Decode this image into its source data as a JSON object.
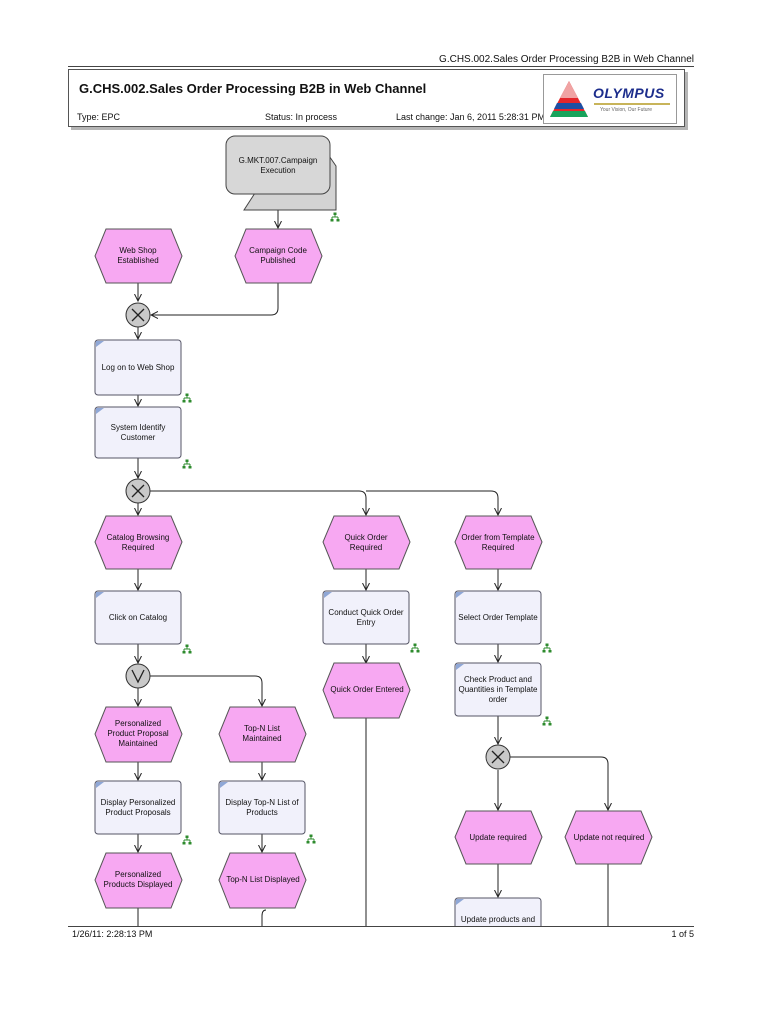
{
  "header": {
    "top_title": "G.CHS.002.Sales Order Processing B2B in Web Channel",
    "title": "G.CHS.002.Sales Order Processing B2B in Web Channel",
    "type": "Type: EPC",
    "status": "Status: In process",
    "last_change": "Last change: Jan 6, 2011 5:28:31 PM",
    "logo_text": "OLYMPUS",
    "logo_tagline": "Your Vision, Our Future"
  },
  "diagram": {
    "process_interface": "G.MKT.007.Campaign Execution",
    "events": {
      "web_shop": "Web Shop Established",
      "campaign_code": "Campaign Code Published",
      "catalog_browsing": "Catalog Browsing Required",
      "quick_order": "Quick Order Required",
      "template_order": "Order from Template Required",
      "personalized_maintained": "Personalized Product Proposal Maintained",
      "topn_maintained": "Top-N List Maintained",
      "quick_order_entered": "Quick Order Entered",
      "personalized_displayed": "Personalized Products Displayed",
      "topn_displayed": "Top-N List Displayed",
      "update_required": "Update required",
      "update_not_required": "Update not required"
    },
    "functions": {
      "logon": "Log on to Web Shop",
      "identify": "System Identify Customer",
      "click_catalog": "Click on Catalog",
      "conduct_quick": "Conduct Quick Order Entry",
      "select_template": "Select Order Template",
      "check_product": "Check Product and Quantities in Template order",
      "display_personalized": "Display Personalized Product Proposals",
      "display_topn": "Display Top-N List of Products",
      "update_products": "Update products and"
    },
    "colors": {
      "event_fill": "#f7a8f2",
      "function_fill": "#f1f1fb",
      "interface_fill": "#d7d7d7",
      "connector_fill": "#c9c9c9",
      "subprocess_icon": "#2e8b2e"
    }
  },
  "footer": {
    "timestamp": "1/26/11: 2:28:13 PM",
    "page": "1 of 5"
  }
}
